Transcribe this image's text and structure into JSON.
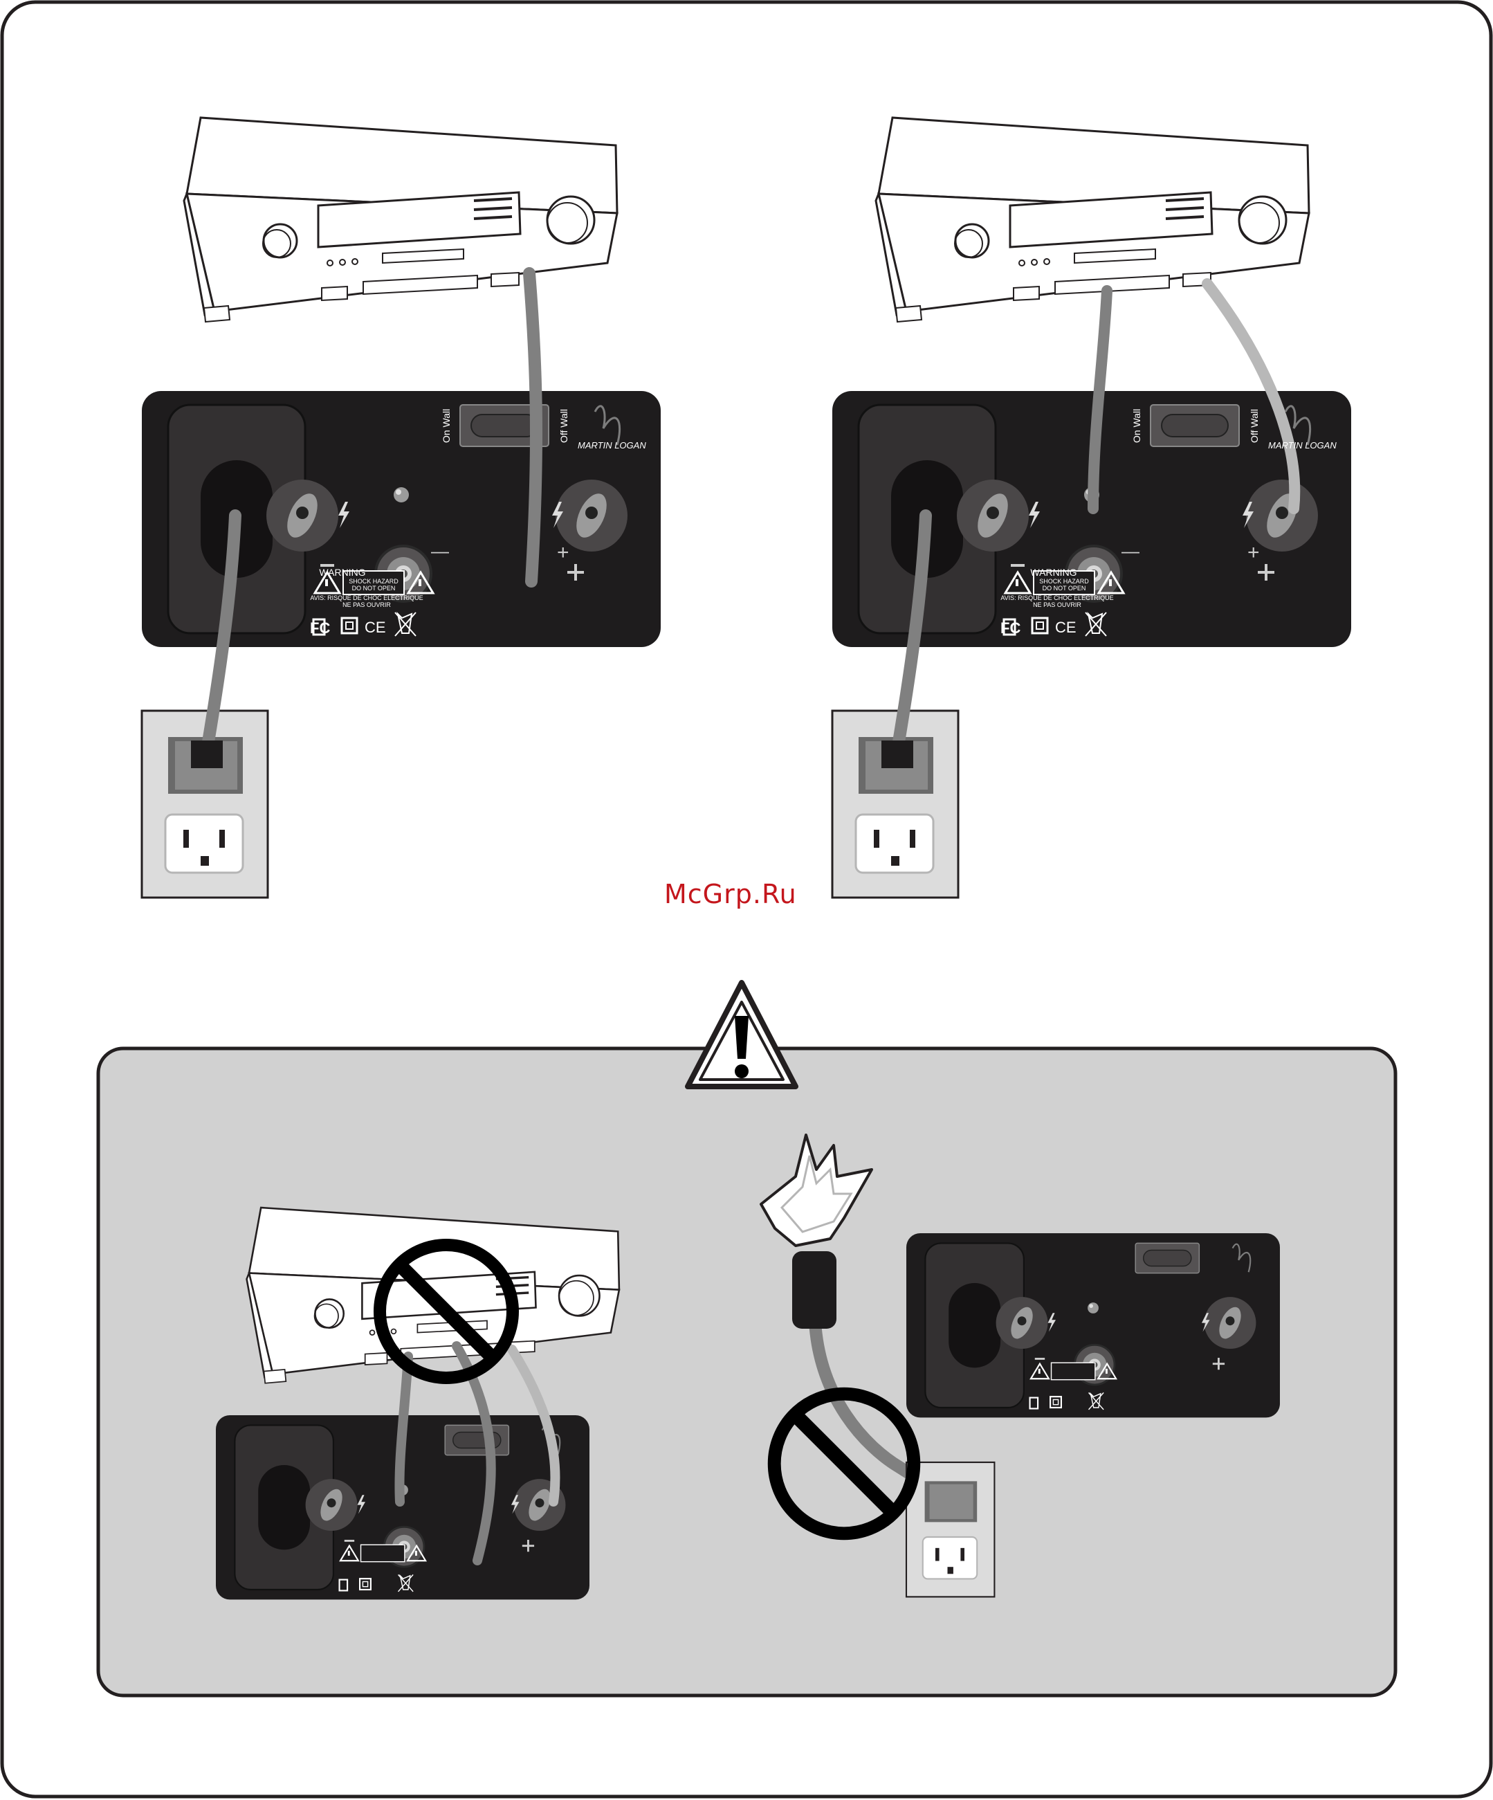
{
  "watermark": "McGrp.Ru",
  "panel": {
    "on_wall": "On Wall",
    "off_wall": "Off Wall",
    "brand": "MARTIN LOGAN",
    "warning_title": "WARNING",
    "warning_line1": "SHOCK HAZARD",
    "warning_line2": "DO NOT OPEN",
    "avis_line1": "AVIS: RISQUE DE CHOC ELECTRIQUE",
    "avis_line2": "NE PAS OUVRIR",
    "fc": "FC",
    "ce": "CE",
    "minus": "—",
    "plus": "+"
  },
  "colors": {
    "panel": "#1e1c1d",
    "warning_area": "#d1d1d1",
    "cable_dark": "#808080",
    "cable_light": "#b8b8b8",
    "outline": "#231f20"
  }
}
